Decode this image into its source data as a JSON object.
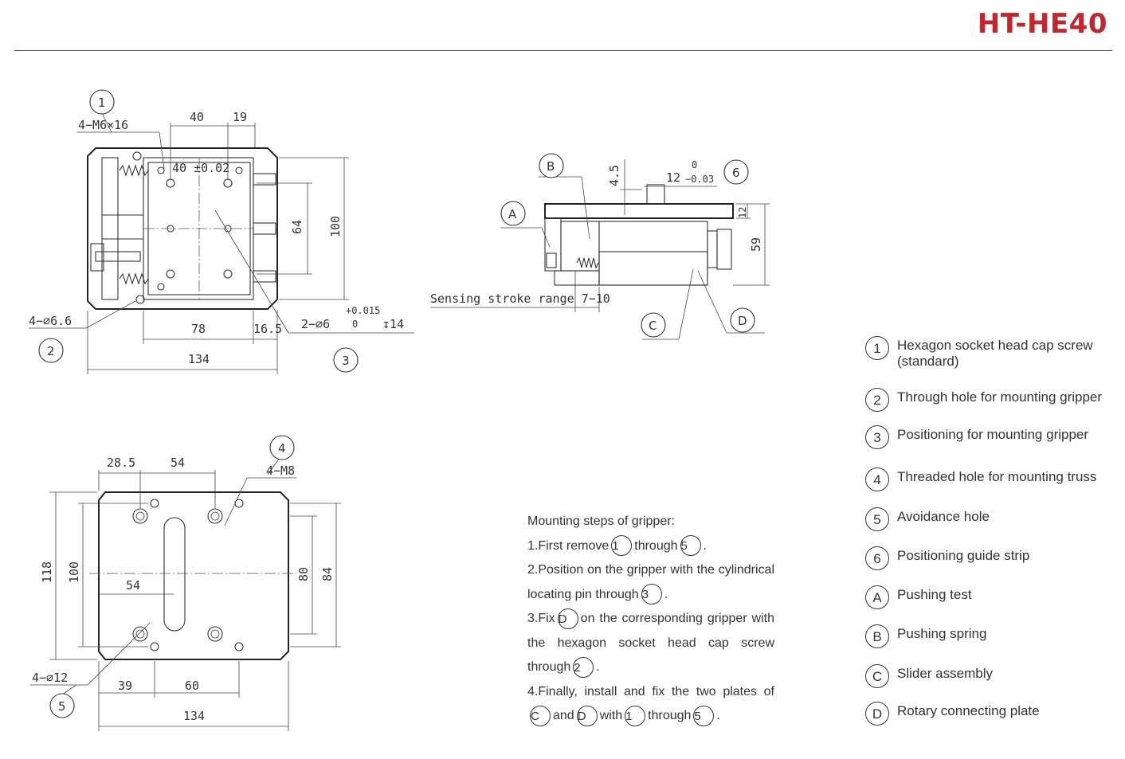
{
  "header": {
    "model": "HT-HE40"
  },
  "drawing": {
    "top_view": {
      "dims": [
        "40",
        "19",
        "4−M6×16",
        "40 ±0.02",
        "64",
        "100",
        "78",
        "16.5",
        "134",
        "4−∅6.6",
        "2−∅6",
        "+0.015",
        "0",
        "↧14"
      ],
      "callouts": [
        "1",
        "2",
        "3"
      ]
    },
    "side_view": {
      "dims": [
        "4.5",
        "0",
        "12",
        "−0.03",
        "12",
        "59",
        "Sensing stroke range 7−10"
      ],
      "callouts": [
        "B",
        "6",
        "A",
        "C",
        "D"
      ]
    },
    "bottom_view": {
      "dims": [
        "28.5",
        "54",
        "4−M8",
        "118",
        "100",
        "54",
        "80",
        "84",
        "4−∅12",
        "39",
        "60",
        "134"
      ],
      "callouts": [
        "4",
        "5"
      ]
    }
  },
  "mounting_steps": {
    "heading": "Mounting steps of gripper:",
    "step1_a": "1.First remove",
    "step1_b": "through",
    "step1_c": ".",
    "step2_a": "2.Position on the gripper with the cylindrical locating pin through",
    "step2_b": ".",
    "step3_a": "3.Fix",
    "step3_b": "on the corresponding gripper with the hexagon socket head cap screw through",
    "step3_c": ".",
    "step4_a": "4.Finally, install and fix the two plates of",
    "step4_b": "and",
    "step4_c": "with",
    "step4_d": "through",
    "step4_e": ".",
    "refs": {
      "one": "1",
      "five": "5",
      "three": "3",
      "D": "D",
      "two": "2",
      "C": "C"
    }
  },
  "legend": [
    {
      "key": "1",
      "label": "Hexagon socket head cap screw (standard)"
    },
    {
      "key": "2",
      "label": "Through hole for mounting gripper"
    },
    {
      "key": "3",
      "label": "Positioning for mounting gripper"
    },
    {
      "key": "4",
      "label": "Threaded hole for mounting truss"
    },
    {
      "key": "5",
      "label": "Avoidance hole"
    },
    {
      "key": "6",
      "label": "Positioning guide strip"
    },
    {
      "key": "A",
      "label": "Pushing test"
    },
    {
      "key": "B",
      "label": "Pushing spring"
    },
    {
      "key": "C",
      "label": "Slider assembly"
    },
    {
      "key": "D",
      "label": "Rotary connecting plate"
    }
  ]
}
